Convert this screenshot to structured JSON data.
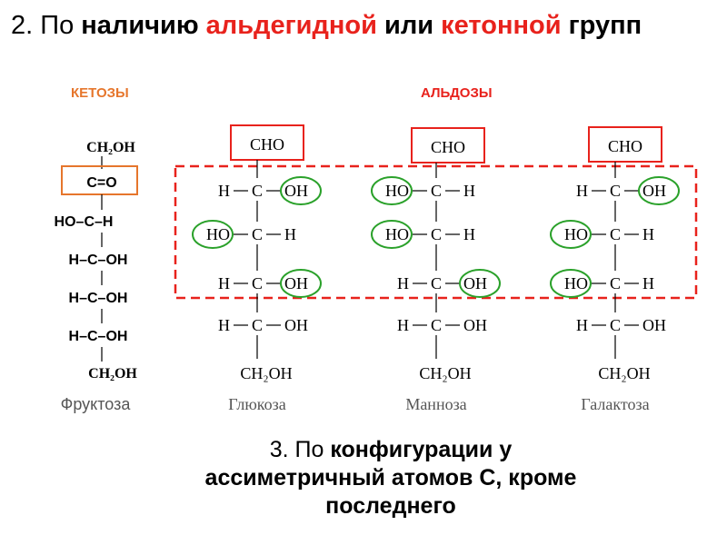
{
  "heading": {
    "number": "2. По ",
    "part1": "наличию ",
    "aldehyde": "альдегидной",
    "or": " или ",
    "ketone": "кетонной",
    "groups": " групп"
  },
  "labels": {
    "ketoses": "КЕТОЗЫ",
    "aldoses": "АЛЬДОЗЫ"
  },
  "fructose": {
    "top": "CH₂OH",
    "carbonyl": "C=O",
    "rows": [
      "HO–C–H",
      "H–C–OH",
      "H–C–OH",
      "H–C–OH"
    ],
    "bottom": "CH₂OH",
    "name": "Фруктоза"
  },
  "sugars": [
    {
      "name": "Глюкоза",
      "top": "CHO",
      "rows": [
        [
          "H",
          "C",
          "OH"
        ],
        [
          "HO",
          "C",
          "H"
        ],
        [
          "H",
          "C",
          "OH"
        ],
        [
          "H",
          "C",
          "OH"
        ]
      ],
      "bottom": "CH₂OH"
    },
    {
      "name": "Манноза",
      "top": "CHO",
      "rows": [
        [
          "HO",
          "C",
          "H"
        ],
        [
          "HO",
          "C",
          "H"
        ],
        [
          "H",
          "C",
          "OH"
        ],
        [
          "H",
          "C",
          "OH"
        ]
      ],
      "bottom": "CH₂OH"
    },
    {
      "name": "Галактоза",
      "top": "CHO",
      "rows": [
        [
          "H",
          "C",
          "OH"
        ],
        [
          "HO",
          "C",
          "H"
        ],
        [
          "HO",
          "C",
          "H"
        ],
        [
          "H",
          "C",
          "OH"
        ]
      ],
      "bottom": "CH₂OH"
    }
  ],
  "colors": {
    "accent_red": "#e8221c",
    "ketose_orange": "#e6762c",
    "circle_green": "#2aa12a"
  },
  "bottom": {
    "number": "3. По ",
    "text1": "конфигурации у",
    "text2": "ассиметричный атомов С, кроме",
    "text3": "последнего"
  }
}
